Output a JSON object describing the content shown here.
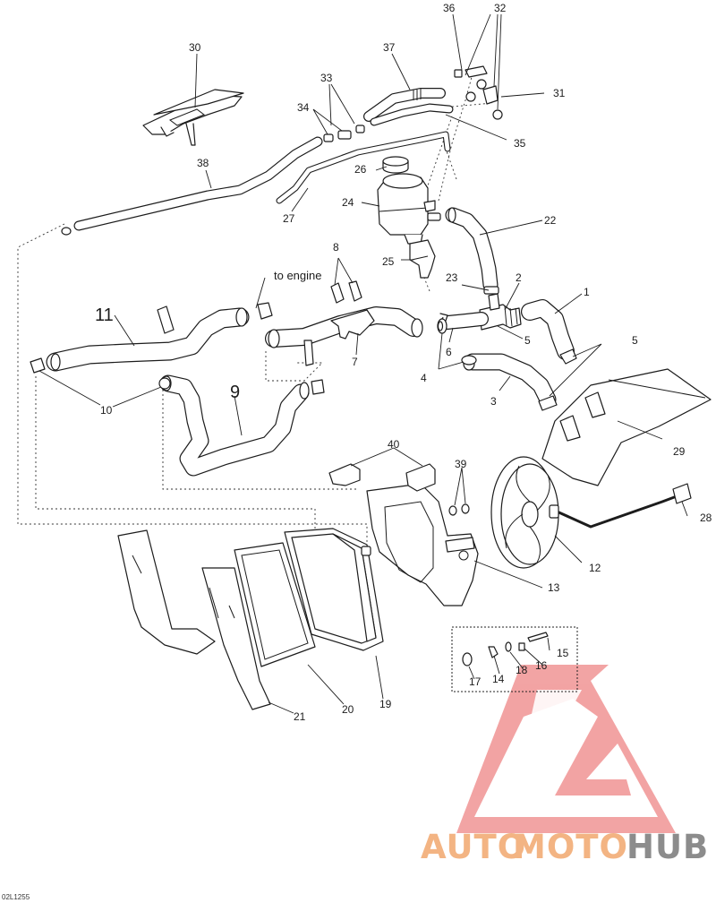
{
  "diagram": {
    "drawing_code": "02L1255",
    "note": "to engine",
    "callouts": [
      {
        "id": "c1",
        "text": "1"
      },
      {
        "id": "c2",
        "text": "2"
      },
      {
        "id": "c3",
        "text": "3"
      },
      {
        "id": "c4",
        "text": "4"
      },
      {
        "id": "c4b",
        "text": "4"
      },
      {
        "id": "c5",
        "text": "5"
      },
      {
        "id": "c5b",
        "text": "5"
      },
      {
        "id": "c6",
        "text": "6"
      },
      {
        "id": "c7",
        "text": "7"
      },
      {
        "id": "c8",
        "text": "8"
      },
      {
        "id": "c9",
        "text": "9"
      },
      {
        "id": "c10",
        "text": "10"
      },
      {
        "id": "c11",
        "text": "11"
      },
      {
        "id": "c12",
        "text": "12"
      },
      {
        "id": "c13",
        "text": "13"
      },
      {
        "id": "c14",
        "text": "14"
      },
      {
        "id": "c15",
        "text": "15"
      },
      {
        "id": "c16",
        "text": "16"
      },
      {
        "id": "c17",
        "text": "17"
      },
      {
        "id": "c18",
        "text": "18"
      },
      {
        "id": "c19",
        "text": "19"
      },
      {
        "id": "c20",
        "text": "20"
      },
      {
        "id": "c21",
        "text": "21"
      },
      {
        "id": "c22",
        "text": "22"
      },
      {
        "id": "c23",
        "text": "23"
      },
      {
        "id": "c24",
        "text": "24"
      },
      {
        "id": "c25",
        "text": "25"
      },
      {
        "id": "c26",
        "text": "26"
      },
      {
        "id": "c27",
        "text": "27"
      },
      {
        "id": "c28",
        "text": "28"
      },
      {
        "id": "c29",
        "text": "29"
      },
      {
        "id": "c30",
        "text": "30"
      },
      {
        "id": "c31",
        "text": "31"
      },
      {
        "id": "c32",
        "text": "32"
      },
      {
        "id": "c33",
        "text": "33"
      },
      {
        "id": "c34",
        "text": "34"
      },
      {
        "id": "c35",
        "text": "35"
      },
      {
        "id": "c36",
        "text": "36"
      },
      {
        "id": "c37",
        "text": "37"
      },
      {
        "id": "c38",
        "text": "38"
      },
      {
        "id": "c39",
        "text": "39"
      },
      {
        "id": "c40",
        "text": "40"
      }
    ]
  },
  "watermark": {
    "brand_part_1": "AUTO",
    "brand_part_2": "MOTO",
    "brand_part_3": "HUB",
    "color_1": "#f3b483",
    "color_2": "#f3b483",
    "color_3": "#8c8c8c",
    "logo_color": "#f19a9a"
  }
}
